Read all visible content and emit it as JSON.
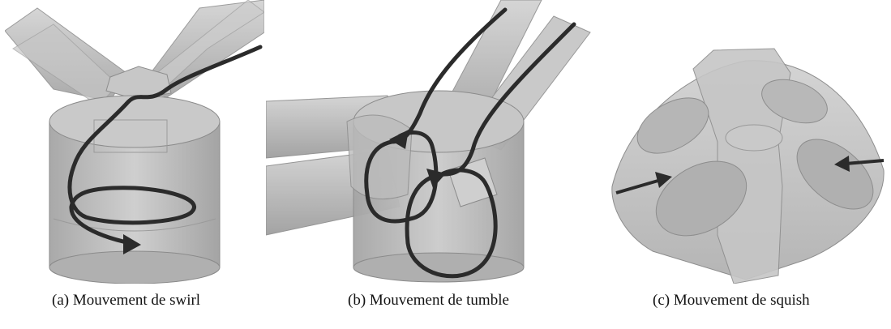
{
  "figures": [
    {
      "id": "a",
      "caption": "(a)  Mouvement de swirl",
      "motion": "swirl"
    },
    {
      "id": "b",
      "caption": "(b)  Mouvement de tumble",
      "motion": "tumble"
    },
    {
      "id": "c",
      "caption": "(c)  Mouvement de squish",
      "motion": "squish"
    }
  ],
  "colors": {
    "background": "#ffffff",
    "body_fill": "#b9b9b9",
    "body_stroke": "#7d7d7d",
    "flow_line": "#2b2b2b"
  }
}
